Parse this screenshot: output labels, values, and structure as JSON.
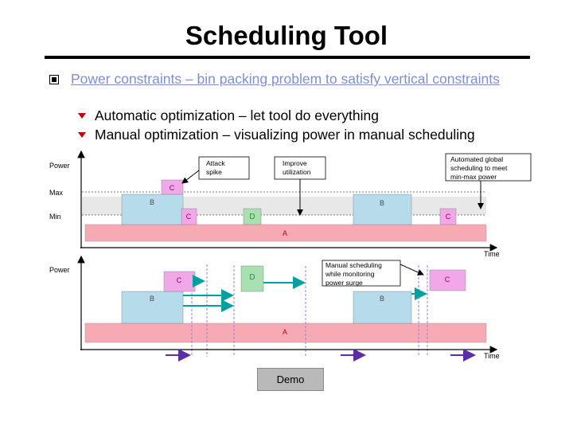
{
  "slide": {
    "title": "Scheduling Tool",
    "bullet": "Power constraints – bin packing problem to satisfy vertical constraints",
    "subbullets": [
      "Automatic optimization – let tool do everything",
      "Manual optimization – visualizing power in manual scheduling"
    ]
  },
  "diagram1": {
    "ylabel": "Power",
    "max_label": "Max",
    "min_label": "Min",
    "xlabel": "Time",
    "blocks": {
      "A": "A",
      "B1": "B",
      "B2": "B",
      "C1": "C",
      "C2": "C",
      "C3": "C",
      "D": "D"
    },
    "callouts": {
      "attack": [
        "Attack",
        "spike"
      ],
      "improve": [
        "Improve",
        "utilization"
      ],
      "automated": [
        "Automated global",
        "scheduling to meet",
        "min-max power"
      ]
    }
  },
  "diagram2": {
    "ylabel": "Power",
    "xlabel": "Time",
    "blocks": {
      "A": "A",
      "B1": "B",
      "B2": "B",
      "C1": "C",
      "C2": "C",
      "D": "D"
    },
    "callouts": {
      "manual": [
        "Manual scheduling",
        "while monitoring",
        "power surge"
      ]
    }
  },
  "demo_button": "Demo",
  "colors": {
    "blockA": "#f7a9b4",
    "blockB": "#b6dcec",
    "blockC": "#f0a8e8",
    "blockD": "#a9e0b0",
    "band": "#e8e8e8",
    "arrow_teal": "#00a0a0",
    "arrow_purple": "#5b2ea6",
    "bullet_text": "#7f8fce",
    "subbullet_marker": "#c00000"
  }
}
